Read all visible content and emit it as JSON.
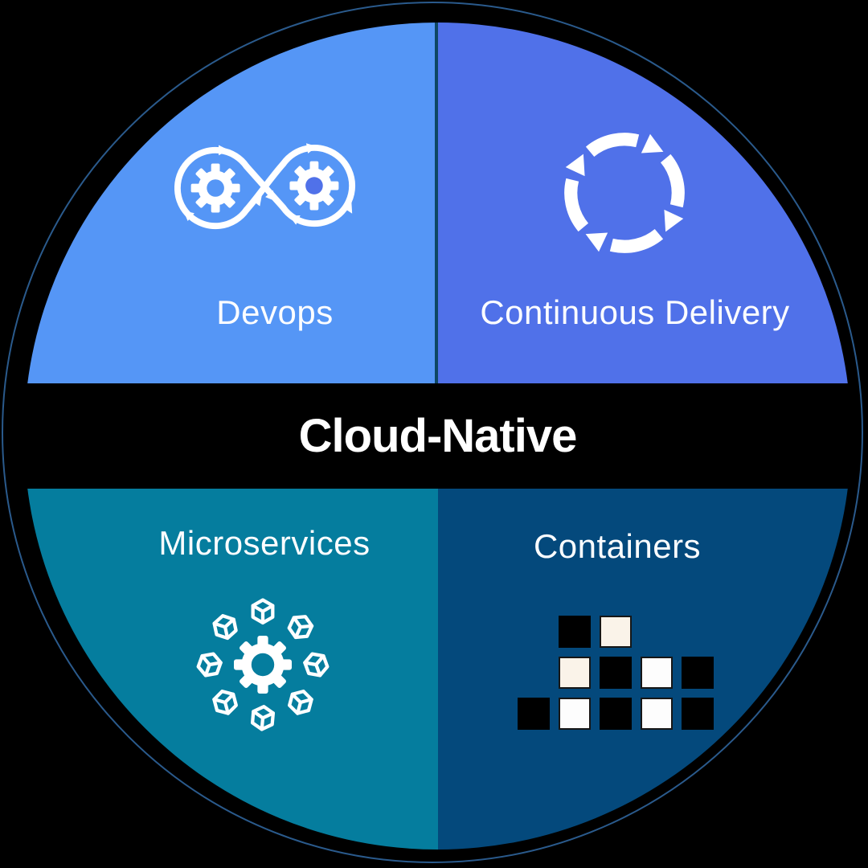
{
  "title": "Cloud-Native",
  "quadrants": [
    {
      "id": "devops",
      "label": "Devops",
      "position": "top-left",
      "color": "#5596F6",
      "icon": "devops-infinity-gears-icon"
    },
    {
      "id": "continuous-delivery",
      "label": "Continuous Delivery",
      "position": "top-right",
      "color": "#5071E9",
      "icon": "cycle-arrows-icon"
    },
    {
      "id": "microservices",
      "label": "Microservices",
      "position": "bottom-left",
      "color": "#057D9E",
      "icon": "gear-with-cubes-icon"
    },
    {
      "id": "containers",
      "label": "Containers",
      "position": "bottom-right",
      "color": "#04497C",
      "icon": "container-blocks-icon"
    }
  ],
  "colors": {
    "background": "#000000",
    "outer_ring_line": "#2A5A8C",
    "top_divider": "#0E4763",
    "center_band": "#000000",
    "text": "#FFFFFF",
    "icon_stroke": "#FFFFFF"
  },
  "containers_grid": {
    "rows": [
      [
        "",
        "black",
        "cream",
        "",
        ""
      ],
      [
        "",
        "cream",
        "black",
        "white",
        "black"
      ],
      [
        "black",
        "white",
        "black",
        "white",
        "black"
      ]
    ],
    "cell_colors": {
      "black": "#000000",
      "white": "#FDFDFD",
      "cream": "#FAF3E9"
    }
  }
}
